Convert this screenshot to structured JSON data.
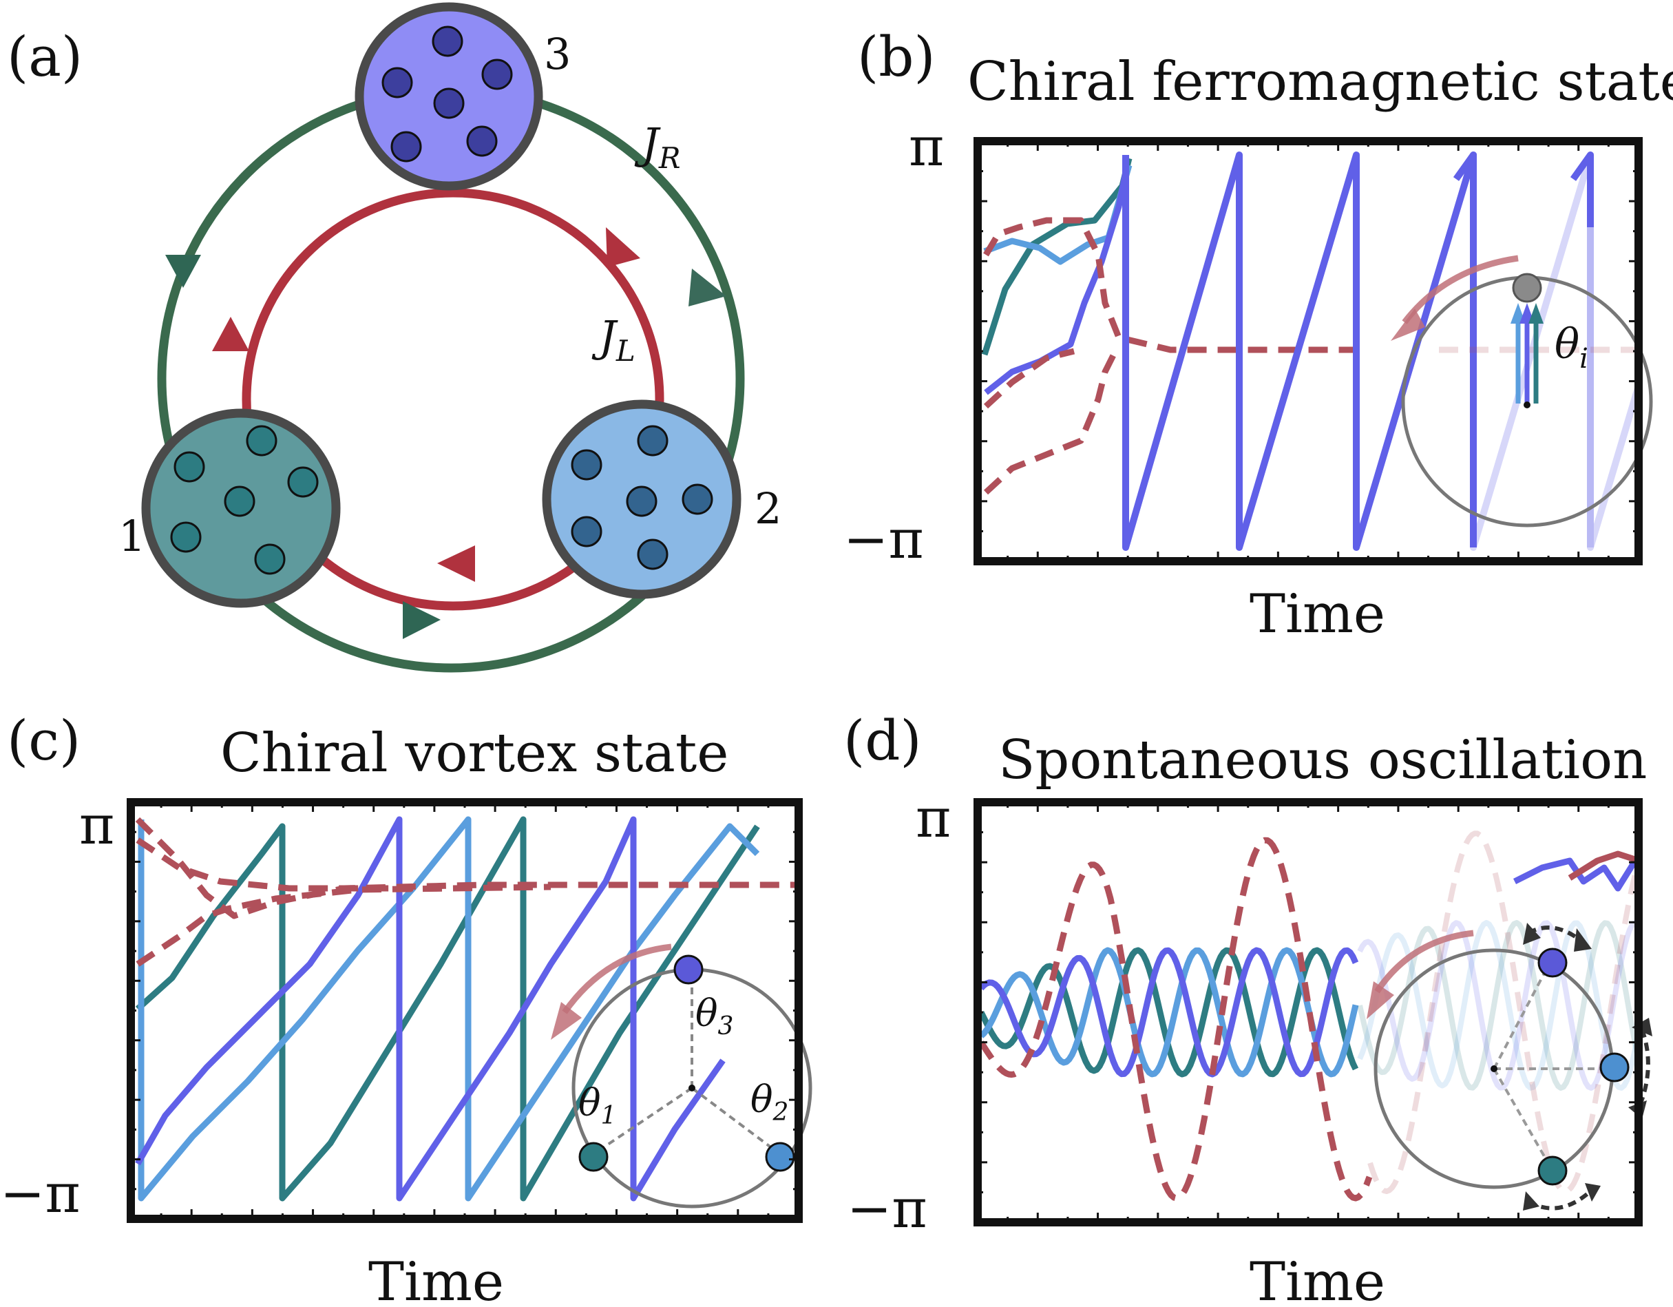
{
  "panel_labels": {
    "a": "(a)",
    "b": "(b)",
    "c": "(c)",
    "d": "(d)"
  },
  "network": {
    "nodes": [
      {
        "label": "1",
        "color": "#5f9a9d",
        "dot_color": "#2d7c82"
      },
      {
        "label": "2",
        "color": "#8ab8e5",
        "dot_color": "#33648f"
      },
      {
        "label": "3",
        "color": "#8f8cf5",
        "dot_color": "#3d3f9e"
      }
    ],
    "coupling_right": {
      "symbol": "J",
      "subscript": "R",
      "color": "#3a6a4d"
    },
    "coupling_left": {
      "symbol": "J",
      "subscript": "L",
      "color": "#b0323e"
    }
  },
  "panels": {
    "b": {
      "title": "Chiral ferromagnetic state",
      "xlabel": "Time",
      "ytick_top": "π",
      "ytick_bottom": "−π",
      "phase_label": {
        "symbol": "θ",
        "subscript": "i"
      }
    },
    "c": {
      "title": "Chiral vortex state",
      "xlabel": "Time",
      "ytick_top": "π",
      "ytick_bottom": "−π",
      "phase_labels": [
        {
          "symbol": "θ",
          "subscript": "1"
        },
        {
          "symbol": "θ",
          "subscript": "2"
        },
        {
          "symbol": "θ",
          "subscript": "3"
        }
      ]
    },
    "d": {
      "title": "Spontaneous oscillation",
      "xlabel": "Time",
      "ytick_top": "π",
      "ytick_bottom": "−π"
    }
  },
  "series_colors": {
    "theta1": "#2d7c82",
    "theta2": "#5a9ede",
    "theta3": "#6060e8",
    "order_param": "#b0505a"
  }
}
